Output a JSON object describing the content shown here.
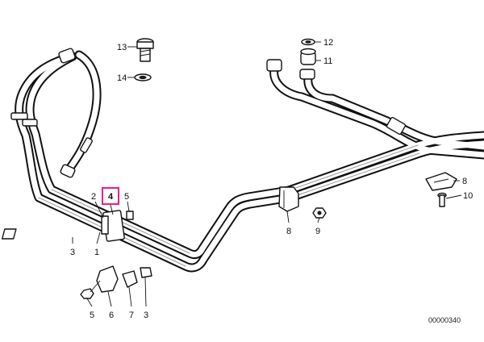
{
  "callouts": [
    "13",
    "12",
    "11",
    "14",
    "2",
    "4",
    "5",
    "8",
    "10",
    "1",
    "3",
    "8",
    "9",
    "5",
    "6",
    "7",
    "3"
  ],
  "highlighted_callout": "4",
  "highlight_color": "#e91e8c",
  "diagram_ref": "00000340"
}
